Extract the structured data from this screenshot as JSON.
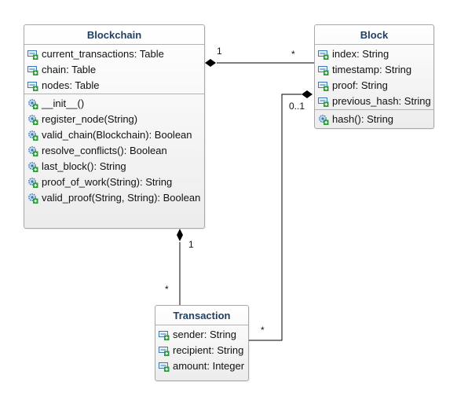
{
  "classes": {
    "blockchain": {
      "name": "Blockchain",
      "attributes": [
        "current_transactions: Table",
        "chain: Table",
        "nodes: Table"
      ],
      "operations": [
        "__init__()",
        "register_node(String)",
        "valid_chain(Blockchain): Boolean",
        "resolve_conflicts(): Boolean",
        "last_block(): String",
        "proof_of_work(String): String",
        "valid_proof(String, String): Boolean"
      ]
    },
    "block": {
      "name": "Block",
      "attributes": [
        "index: String",
        "timestamp: String",
        "proof: String",
        "previous_hash: String"
      ],
      "operations": [
        "hash(): String"
      ]
    },
    "transaction": {
      "name": "Transaction",
      "attributes": [
        "sender: String",
        "recipient: String",
        "amount: Integer"
      ],
      "operations": []
    }
  },
  "multiplicities": {
    "blockchain_block_at_blockchain": "1",
    "blockchain_block_at_block": "*",
    "blockchain_transaction_at_blockchain": "1",
    "blockchain_transaction_at_transaction": "*",
    "block_transaction_at_block": "0..1",
    "block_transaction_at_transaction": "*"
  },
  "colors": {
    "title": "#1f3f63",
    "attribute_icon": "#3a78b6",
    "operation_icon": "#3a78b6",
    "plus": "#2e9a3a"
  }
}
